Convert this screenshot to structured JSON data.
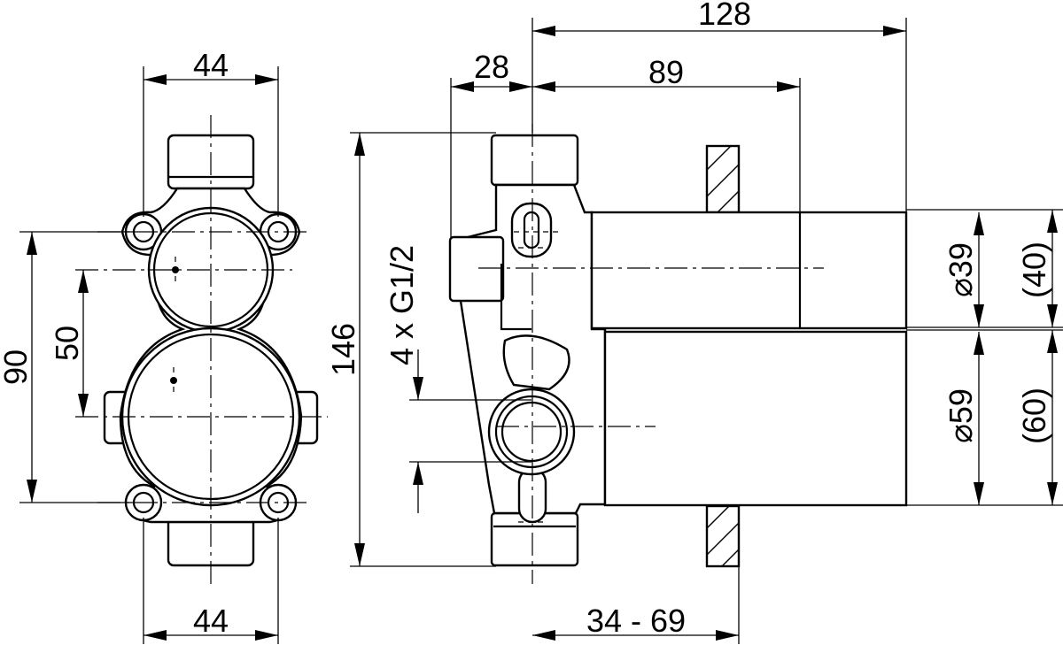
{
  "dimensions": {
    "front_width_top": "44",
    "front_width_bottom": "44",
    "front_height_outer": "90",
    "front_height_inner": "50",
    "side_total_depth": "128",
    "side_front_offset": "28",
    "side_depth_to_wall": "89",
    "side_height": "146",
    "side_thread_spec": "4 x G1/2",
    "side_install_range": "34 - 69",
    "upper_diameter": "⌀39",
    "upper_size": "(40)",
    "lower_diameter": "⌀59",
    "lower_size": "(60)"
  }
}
